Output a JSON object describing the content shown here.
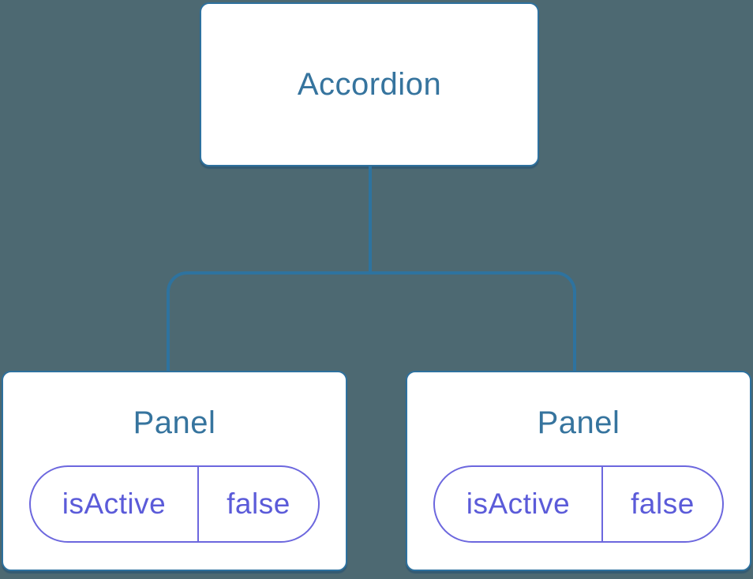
{
  "colors": {
    "bg": "#4D6972",
    "box-bg": "#FFFFFF",
    "box-border": "#2E719E",
    "connector": "#2E739F",
    "title-text": "#36749E",
    "pill-border": "#6C67DE",
    "pill-text": "#5B5BD9"
  },
  "tree": {
    "root": {
      "label": "Accordion"
    },
    "children": [
      {
        "label": "Panel",
        "state": {
          "key": "isActive",
          "value": "false"
        }
      },
      {
        "label": "Panel",
        "state": {
          "key": "isActive",
          "value": "false"
        }
      }
    ]
  }
}
